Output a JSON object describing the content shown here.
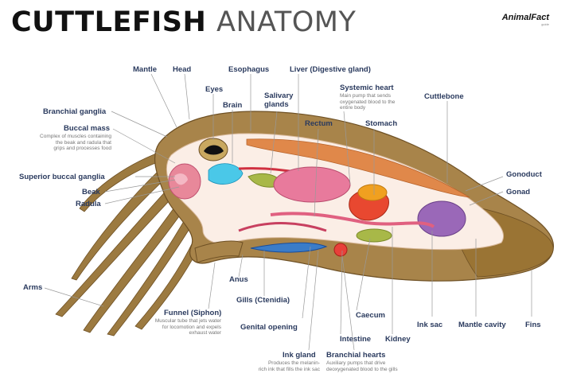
{
  "title": {
    "part1": "CUTTLEFISH",
    "part2": "ANATOMY"
  },
  "brand": {
    "name": "AnimalFact",
    "sub": "guide"
  },
  "colors": {
    "body": "#a8844a",
    "body_dark": "#7a5a28",
    "interior": "#fbeee6",
    "label": "#2a3a5e",
    "leader": "#999999"
  },
  "labels": {
    "mantle": "Mantle",
    "head": "Head",
    "esophagus": "Esophagus",
    "liver": "Liver (Digestive gland)",
    "eyes": "Eyes",
    "brain": "Brain",
    "salivary": "Salivary\nglands",
    "systemic_heart": "Systemic heart",
    "systemic_heart_desc": "Main pump that sends\noxygenated blood to the\nentire body",
    "cuttlebone": "Cuttlebone",
    "branchial_ganglia": "Branchial ganglia",
    "buccal_mass": "Buccal mass",
    "buccal_mass_desc": "Complex of muscles containing\nthe beak and radula that\ngrips and processes food",
    "rectum": "Rectum",
    "stomach": "Stomach",
    "superior_buccal": "Superior buccal ganglia",
    "beak": "Beak",
    "radula": "Radula",
    "gonoduct": "Gonoduct",
    "gonad": "Gonad",
    "arms": "Arms",
    "anus": "Anus",
    "gills": "Gills (Ctenidia)",
    "funnel": "Funnel (Siphon)",
    "funnel_desc": "Muscular tube that jets water\nfor locomotion and expels\nexhaust water",
    "genital_opening": "Genital opening",
    "caecum": "Caecum",
    "ink_sac": "Ink sac",
    "mantle_cavity": "Mantle cavity",
    "fins": "Fins",
    "intestine": "Intestine",
    "kidney": "Kidney",
    "ink_gland": "Ink gland",
    "ink_gland_desc": "Produces the melanin-\nrich ink that fills the ink sac",
    "branchial_hearts": "Branchial hearts",
    "branchial_hearts_desc": "Auxiliary pumps that drive\ndeoxygenated blood to the gills"
  }
}
